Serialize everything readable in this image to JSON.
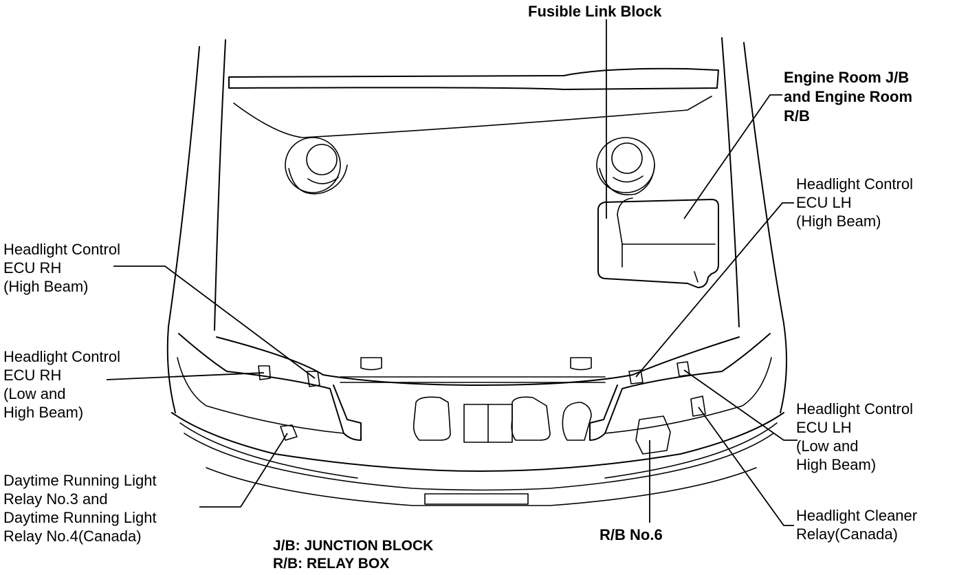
{
  "labels": {
    "fusible_link_block": "Fusible Link Block",
    "engine_room": [
      "Engine Room J/B",
      "and Engine Room",
      "R/B"
    ],
    "ecu_lh_high": [
      "Headlight Control",
      "ECU LH",
      "(High Beam)"
    ],
    "ecu_rh_high": [
      "Headlight Control",
      "ECU RH",
      "(High Beam)"
    ],
    "ecu_rh_low_high": [
      "Headlight Control",
      "ECU RH",
      "(Low and",
      "High Beam)"
    ],
    "ecu_lh_low_high": [
      "Headlight Control",
      "ECU LH",
      "(Low and",
      "High Beam)"
    ],
    "drl_relay": [
      "Daytime Running Light",
      "Relay No.3 and",
      "Daytime Running Light",
      "Relay No.4(Canada)"
    ],
    "rb_no6": "R/B No.6",
    "headlight_cleaner": [
      "Headlight Cleaner",
      "Relay(Canada)"
    ]
  },
  "legend": {
    "jb": "J/B: JUNCTION BLOCK",
    "rb": "R/B: RELAY BOX"
  }
}
